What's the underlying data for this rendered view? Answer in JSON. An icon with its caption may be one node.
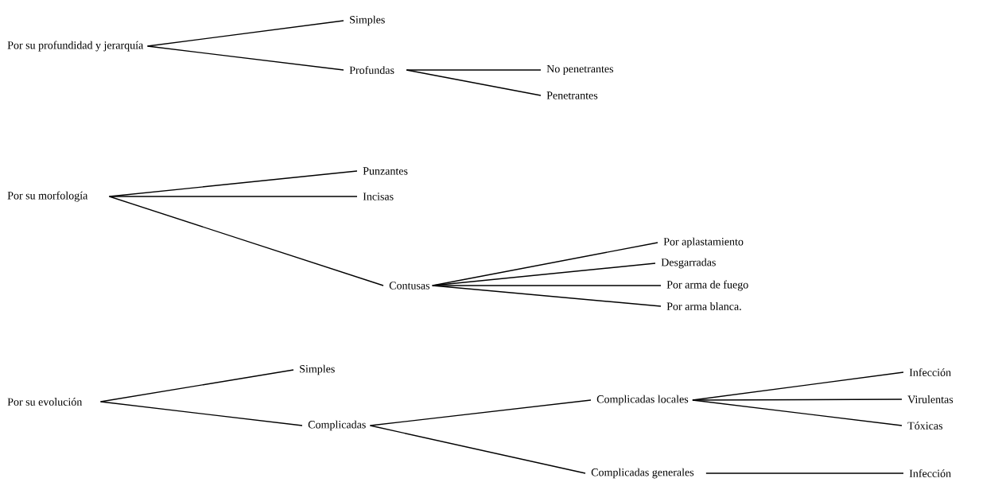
{
  "diagram": {
    "nodes": [
      {
        "text": [
          "Por su profundidad y jerarquía"
        ]
      },
      {
        "text": [
          "Simples"
        ]
      },
      {
        "text": [
          "Profundas"
        ]
      },
      {
        "text": [
          "No penetrantes"
        ]
      },
      {
        "text": [
          "Penetrantes"
        ]
      },
      {
        "text": [
          "Por su morfología"
        ]
      },
      {
        "text": [
          "Punzantes"
        ]
      },
      {
        "text": [
          "Incisas"
        ]
      },
      {
        "text": [
          "Contusas"
        ]
      },
      {
        "text": [
          "Por aplastamiento"
        ]
      },
      {
        "text": [
          "Desgarradas"
        ]
      },
      {
        "text": [
          "Por arma de fuego"
        ]
      },
      {
        "text": [
          "Por arma blanca."
        ]
      },
      {
        "text": [
          "Por su evolución"
        ]
      },
      {
        "text": [
          "Simples"
        ]
      },
      {
        "text": [
          "Complicadas"
        ]
      },
      {
        "text": [
          "Complicadas locales"
        ]
      },
      {
        "text": [
          "Infección"
        ]
      },
      {
        "text": [
          "Virulentas"
        ]
      },
      {
        "text": [
          "Tóxicas"
        ]
      },
      {
        "text": [
          "Complicadas generales"
        ]
      },
      {
        "text": [
          "Infección"
        ]
      }
    ],
    "edges": [
      {
        "from": 0,
        "to": 1,
        "arrow": "none"
      },
      {
        "from": 0,
        "to": 2,
        "arrow": "none"
      },
      {
        "from": 2,
        "to": 3,
        "arrow": "none"
      },
      {
        "from": 2,
        "to": 4,
        "arrow": "none"
      },
      {
        "from": 5,
        "to": 6,
        "arrow": "none"
      },
      {
        "from": 5,
        "to": 7,
        "arrow": "none"
      },
      {
        "from": 5,
        "to": 8,
        "arrow": "none"
      },
      {
        "from": 8,
        "to": 9,
        "arrow": "none"
      },
      {
        "from": 8,
        "to": 10,
        "arrow": "none"
      },
      {
        "from": 8,
        "to": 11,
        "arrow": "none"
      },
      {
        "from": 8,
        "to": 12,
        "arrow": "none"
      },
      {
        "from": 13,
        "to": 14,
        "arrow": "none"
      },
      {
        "from": 13,
        "to": 15,
        "arrow": "none"
      },
      {
        "from": 15,
        "to": 16,
        "arrow": "none"
      },
      {
        "from": 15,
        "to": 20,
        "arrow": "none"
      },
      {
        "from": 16,
        "to": 17,
        "arrow": "none"
      },
      {
        "from": 16,
        "to": 18,
        "arrow": "none"
      },
      {
        "from": 16,
        "to": 19,
        "arrow": "none"
      },
      {
        "from": 20,
        "to": 21,
        "arrow": "none"
      }
    ]
  }
}
